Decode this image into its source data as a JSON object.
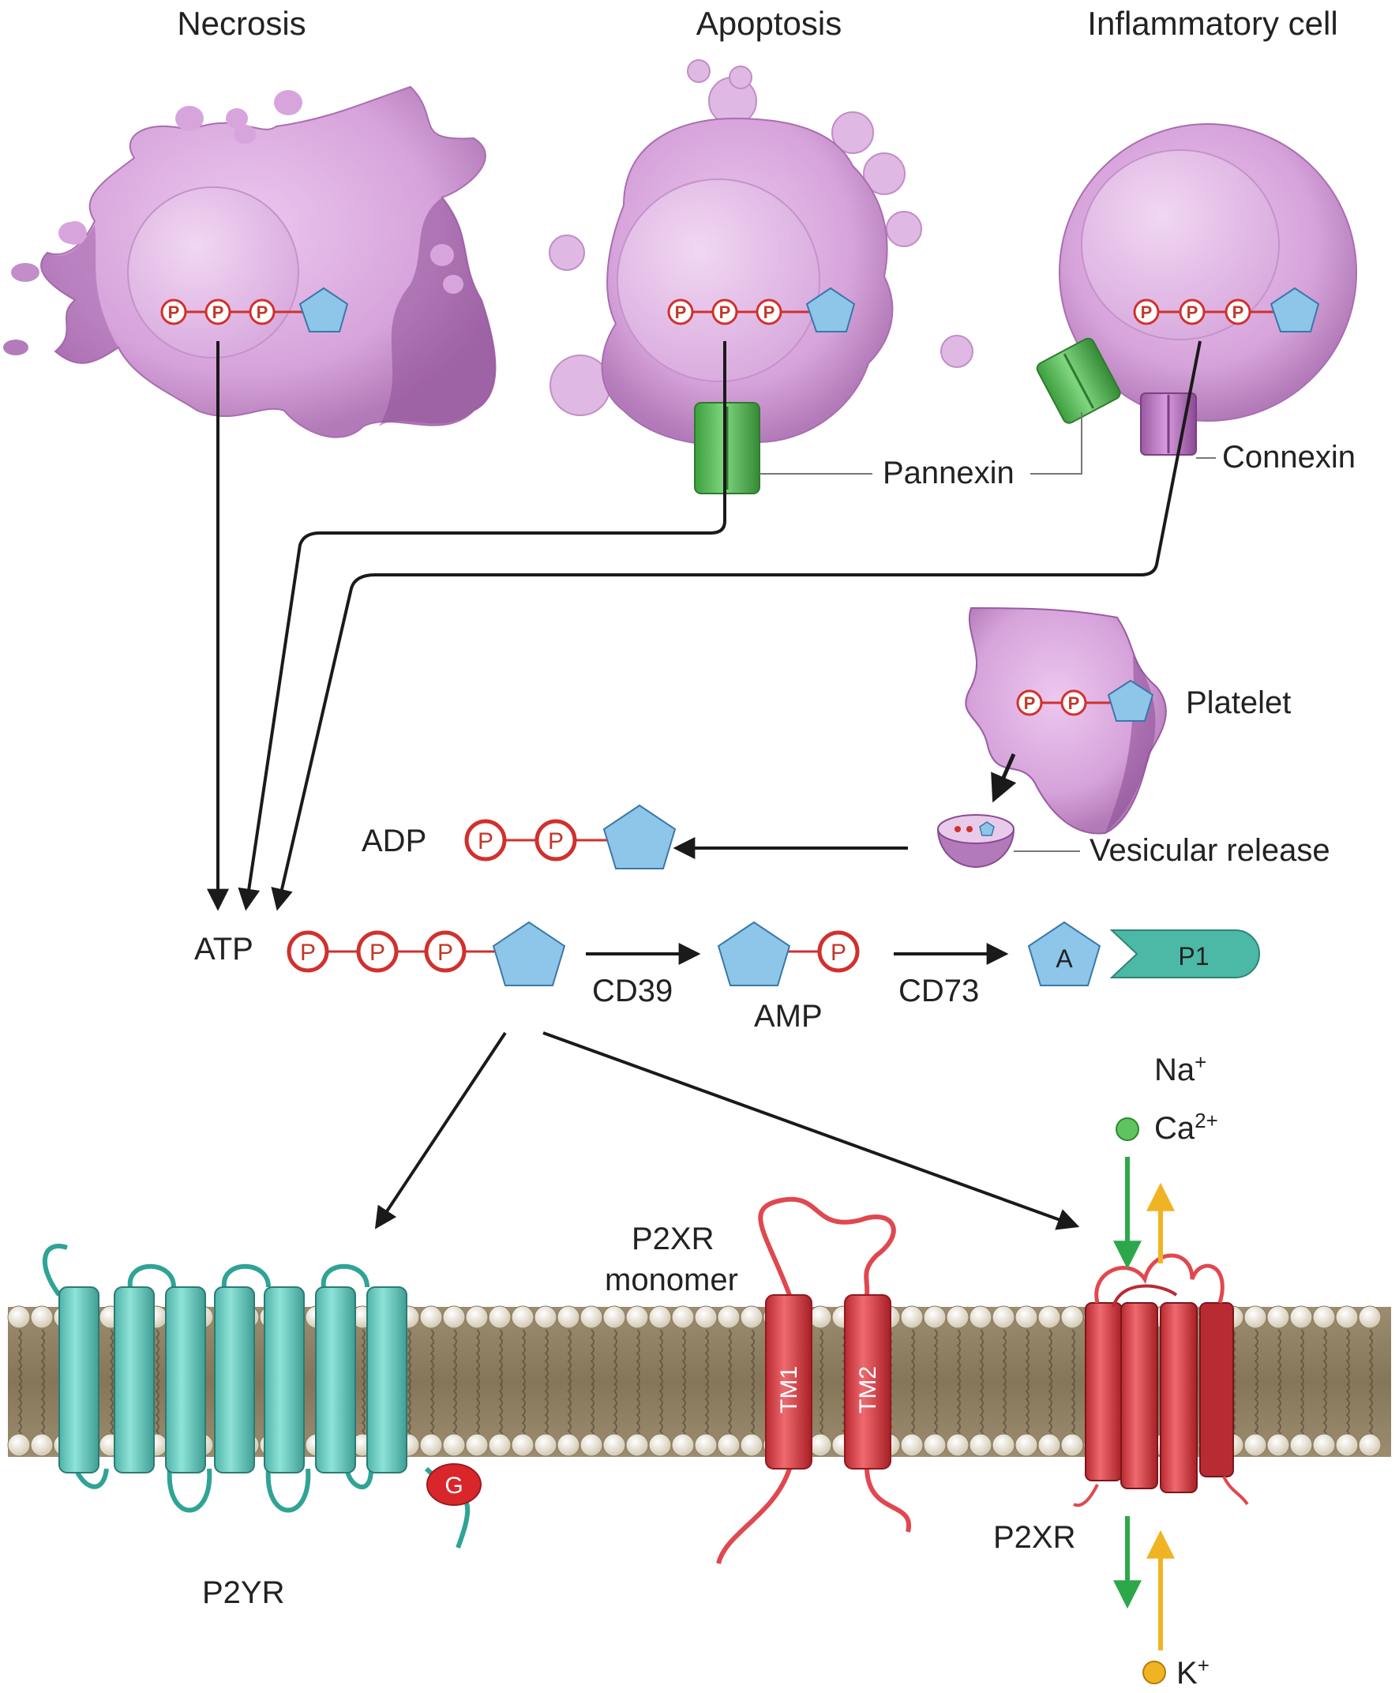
{
  "labels": {
    "necrosis": "Necrosis",
    "apoptosis": "Apoptosis",
    "inflammatory_cell": "Inflammatory cell",
    "pannexin": "Pannexin",
    "connexin": "Connexin",
    "platelet": "Platelet",
    "vesicular_release": "Vesicular release",
    "adp": "ADP",
    "atp": "ATP",
    "amp": "AMP",
    "cd39": "CD39",
    "cd73": "CD73",
    "adenosine": "A",
    "p1": "P1",
    "phosphate": "P",
    "g_protein": "G",
    "p2yr": "P2YR",
    "p2xr_monomer_line1": "P2XR",
    "p2xr_monomer_line2": "monomer",
    "tm1": "TM1",
    "tm2": "TM2",
    "p2xr": "P2XR",
    "na": "Na",
    "na_sup": "+",
    "ca": "Ca",
    "ca_sup": "2+",
    "k": "K",
    "k_sup": "+"
  },
  "colors": {
    "cell": "#d9a8dc",
    "cell_dark": "#9a5ca4",
    "nucleus": "#e6c2ea",
    "pentagon": "#8ec6ea",
    "phosphate_ring": "#d0312d",
    "pannexin": "#5cbf5c",
    "connexin": "#b86ab8",
    "p2yr": "#6fd1c6",
    "p2xr": "#e0484f",
    "p1": "#4cb8a6",
    "membrane": "#8f8068",
    "lipid_head": "#eee8d8",
    "na_ca_arrow": "#2ca84a",
    "k_arrow": "#f0b323",
    "g_protein": "#d8262b"
  }
}
